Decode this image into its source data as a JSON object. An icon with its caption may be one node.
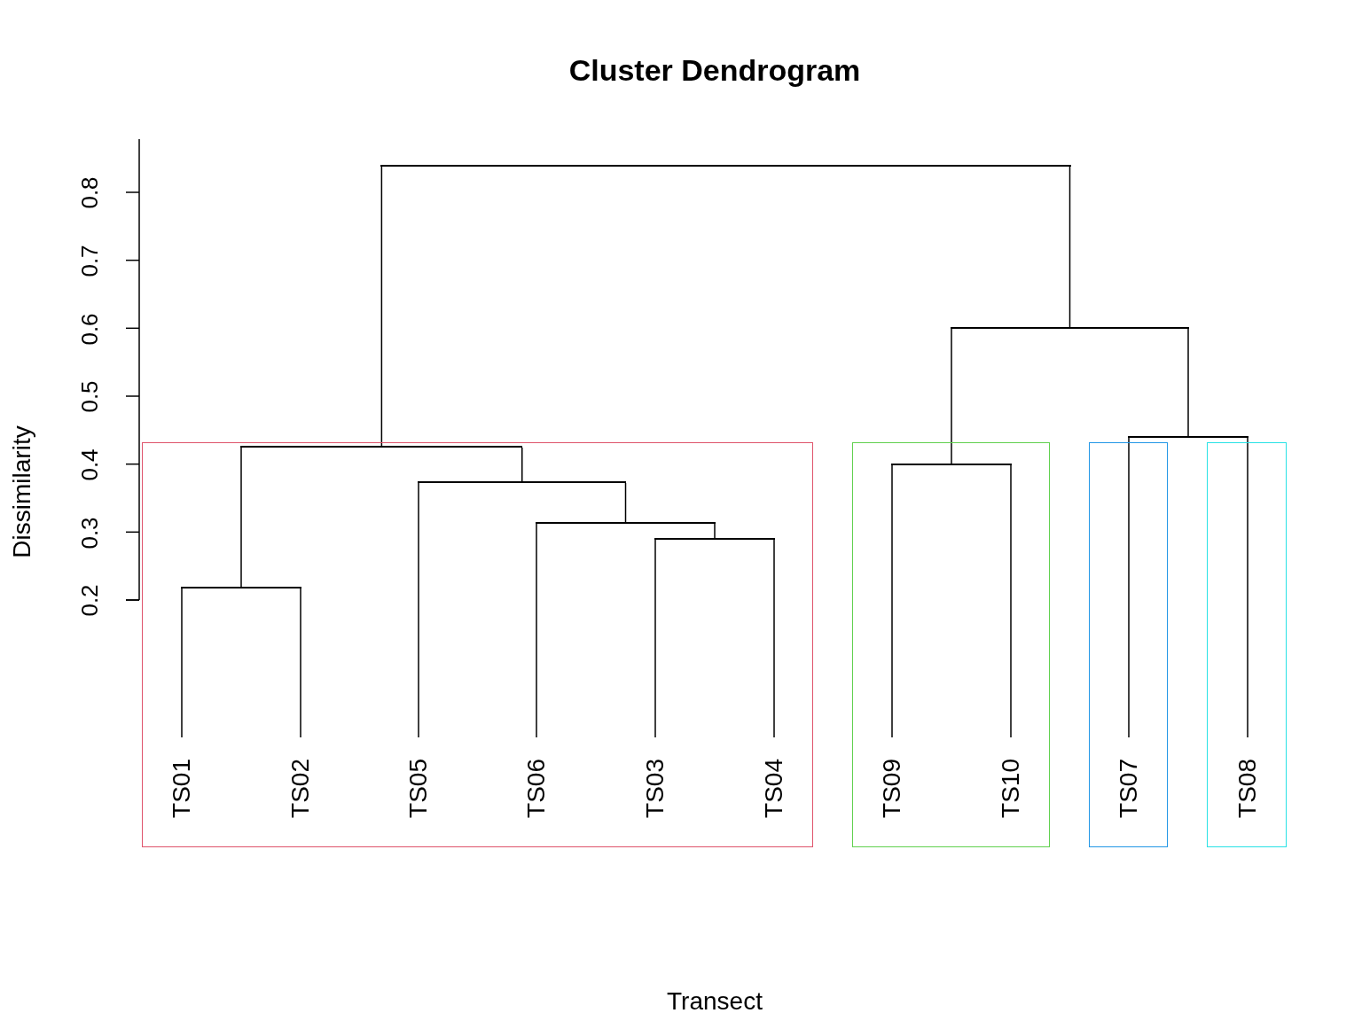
{
  "diagram": {
    "title": "Cluster Dendrogram",
    "nodes": [
      {
        "text": [],
        "shape": "box"
      },
      {
        "text": [
          "TS01"
        ],
        "in": 0
      },
      {
        "text": [
          "TS02"
        ],
        "in": 0
      },
      {
        "text": [
          "TS05"
        ],
        "in": 0
      },
      {
        "text": [
          "TS06"
        ],
        "in": 0
      },
      {
        "text": [
          "TS03"
        ],
        "in": 0
      },
      {
        "text": [
          "TS04"
        ],
        "in": 0
      },
      {
        "text": [],
        "shape": "box"
      },
      {
        "text": [
          "TS09"
        ],
        "in": 7
      },
      {
        "text": [
          "TS10"
        ],
        "in": 7
      },
      {
        "text": [],
        "shape": "box"
      },
      {
        "text": [
          "TS07"
        ],
        "in": 10
      },
      {
        "text": [],
        "shape": "box"
      },
      {
        "text": [
          "TS08"
        ],
        "in": 12
      },
      {
        "text": [],
        "shape": "bar"
      },
      {
        "text": [],
        "shape": "bar"
      },
      {
        "text": [],
        "shape": "bar",
        "in": 0
      },
      {
        "text": [],
        "shape": "bar"
      },
      {
        "text": [],
        "shape": "bar",
        "in": 7
      },
      {
        "text": [],
        "shape": "bar",
        "in": 0
      },
      {
        "text": [],
        "shape": "bar",
        "in": 0
      },
      {
        "text": [],
        "shape": "bar",
        "in": 0
      },
      {
        "text": [],
        "shape": "bar",
        "in": 0
      }
    ],
    "edges": [
      {
        "from": 14,
        "to": 16,
        "arrow": "none"
      },
      {
        "from": 14,
        "to": 15,
        "arrow": "none"
      },
      {
        "from": 15,
        "to": 18,
        "arrow": "none"
      },
      {
        "from": 15,
        "to": 17,
        "arrow": "none"
      },
      {
        "from": 16,
        "to": 22,
        "arrow": "none"
      },
      {
        "from": 16,
        "to": 19,
        "arrow": "none"
      },
      {
        "from": 22,
        "to": 1,
        "arrow": "none"
      },
      {
        "from": 22,
        "to": 2,
        "arrow": "none"
      },
      {
        "from": 19,
        "to": 3,
        "arrow": "none"
      },
      {
        "from": 19,
        "to": 20,
        "arrow": "none"
      },
      {
        "from": 20,
        "to": 4,
        "arrow": "none"
      },
      {
        "from": 20,
        "to": 21,
        "arrow": "none"
      },
      {
        "from": 21,
        "to": 5,
        "arrow": "none"
      },
      {
        "from": 21,
        "to": 6,
        "arrow": "none"
      },
      {
        "from": 18,
        "to": 8,
        "arrow": "none"
      },
      {
        "from": 18,
        "to": 9,
        "arrow": "none"
      },
      {
        "from": 17,
        "to": 11,
        "arrow": "none"
      },
      {
        "from": 17,
        "to": 13,
        "arrow": "none"
      }
    ],
    "labels": [
      "0.8",
      "0.7",
      "0.6",
      "0.5",
      "0.4",
      "0.3",
      "0.2",
      "Dissimilarity",
      "Transect"
    ]
  }
}
